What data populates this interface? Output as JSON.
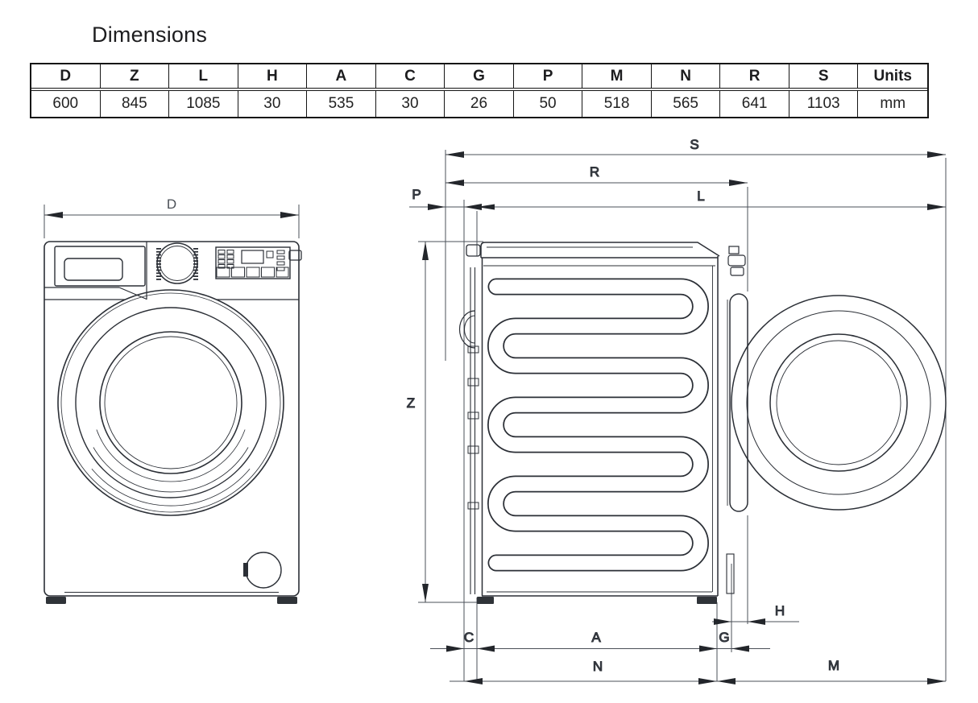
{
  "title": "Dimensions",
  "table": {
    "headers": [
      "D",
      "Z",
      "L",
      "H",
      "A",
      "C",
      "G",
      "P",
      "M",
      "N",
      "R",
      "S",
      "Units"
    ],
    "values": [
      "600",
      "845",
      "1085",
      "30",
      "535",
      "30",
      "26",
      "50",
      "518",
      "565",
      "641",
      "1103",
      "mm"
    ]
  },
  "front_view": {
    "labels": {
      "D": "D"
    }
  },
  "side_view": {
    "labels": {
      "S": "S",
      "R": "R",
      "L": "L",
      "P": "P",
      "Z": "Z",
      "C": "C",
      "A": "A",
      "G": "G",
      "H": "H",
      "N": "N",
      "M": "M"
    }
  },
  "colors": {
    "line": "#2b2f36",
    "dimension": "#4b5058",
    "label": "#4a4f56",
    "table_border": "#151515",
    "text": "#1c1c1e"
  }
}
